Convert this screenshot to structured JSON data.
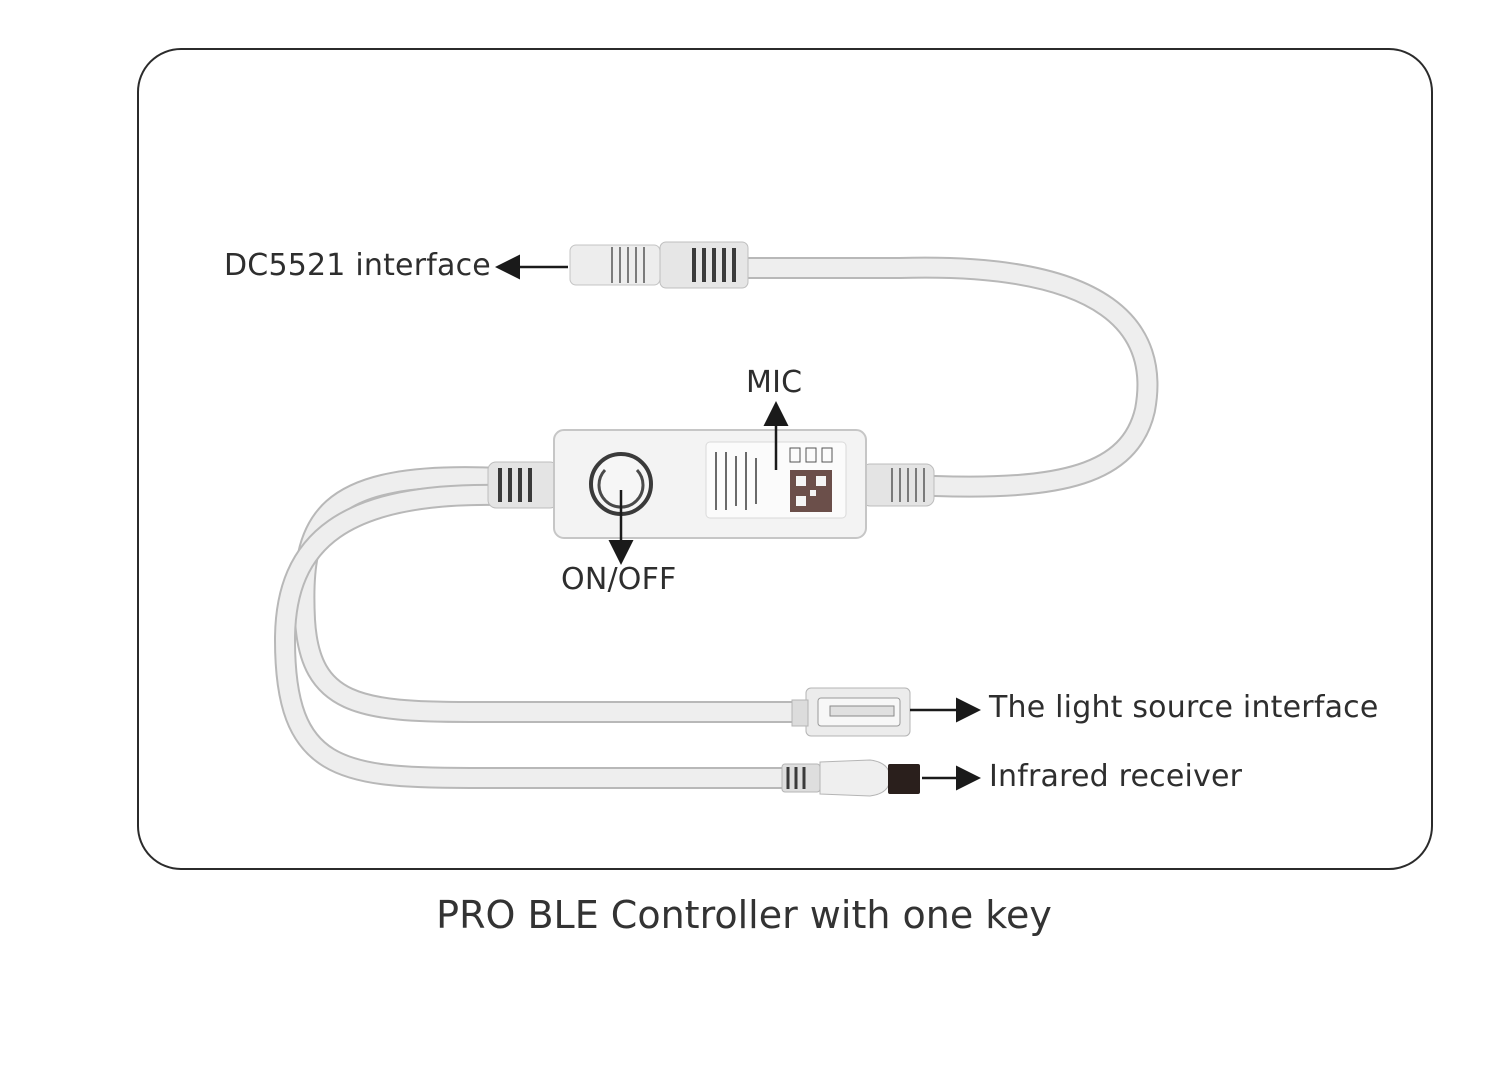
{
  "labels": {
    "dc_interface": "DC5521 interface",
    "mic": "MIC",
    "on_off": "ON/OFF",
    "light_source_interface": "The light source interface",
    "infrared_receiver": "Infrared receiver"
  },
  "caption": "PRO BLE Controller with one key",
  "colors": {
    "cable": "#e9e9e9",
    "cable_edge": "#b8b8b8",
    "body": "#f2f2f2",
    "arrow": "#1a1a1a",
    "ir_head": "#2a1f1c"
  }
}
